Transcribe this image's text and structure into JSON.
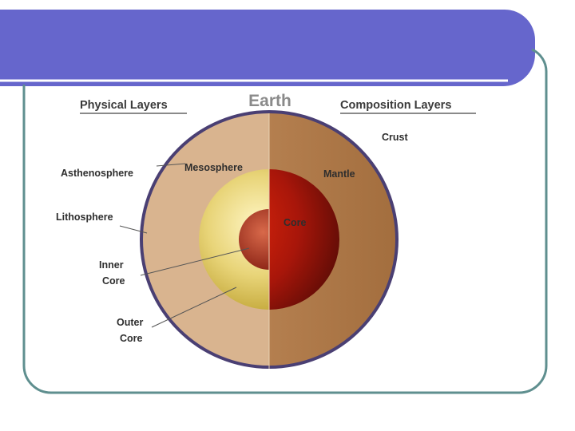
{
  "theme": {
    "banner_color": "#6666cc",
    "frame_color": "#5f8f8f",
    "crust_color": "#4a3f73",
    "physical_mantle_color": "#d9b48f",
    "composition_mantle_color": "#b57f4a",
    "outer_core_color": "#d8c24a",
    "inner_core_color": "#b2442a",
    "core_color": "#c41e0a"
  },
  "diagram": {
    "title": "Earth",
    "physical_header": "Physical Layers",
    "composition_header": "Composition Layers",
    "physical_labels": {
      "asthenosphere": "Asthenosphere",
      "mesosphere": "Mesosphere",
      "lithosphere": "Lithosphere",
      "inner_core_line1": "Inner",
      "inner_core_line2": "Core",
      "outer_core_line1": "Outer",
      "outer_core_line2": "Core"
    },
    "composition_labels": {
      "crust": "Crust",
      "mantle": "Mantle",
      "core": "Core"
    }
  }
}
